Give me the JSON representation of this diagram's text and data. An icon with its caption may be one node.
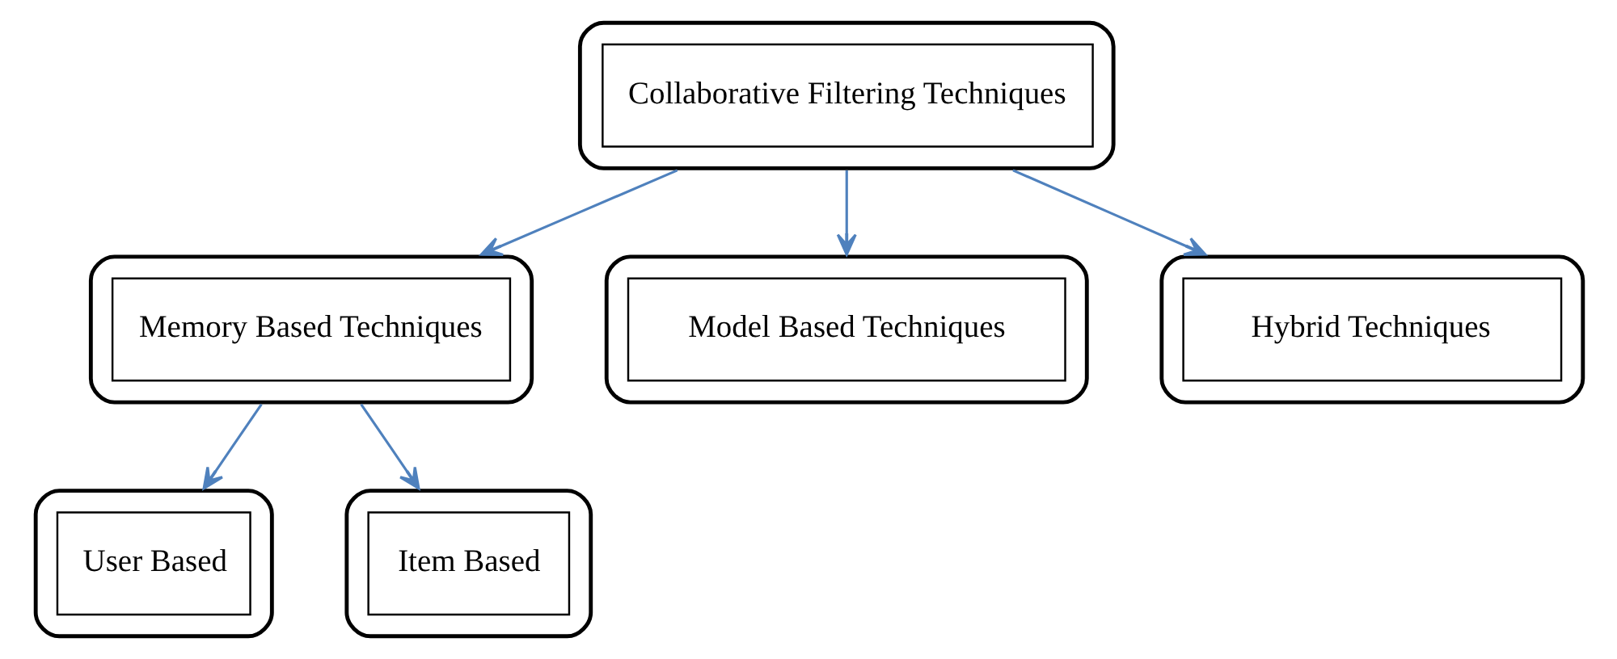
{
  "diagram": {
    "nodes": [
      {
        "text": [
          "Collaborative Filtering Techniques"
        ]
      },
      {
        "text": [
          "Memory Based Techniques"
        ]
      },
      {
        "text": [
          "Model Based Techniques"
        ]
      },
      {
        "text": [
          "Hybrid Techniques"
        ]
      },
      {
        "text": [
          "User Based"
        ]
      },
      {
        "text": [
          "Item Based"
        ]
      }
    ],
    "edges": [
      {
        "from": 0,
        "to": 1,
        "arrow": "to"
      },
      {
        "from": 0,
        "to": 2,
        "arrow": "to"
      },
      {
        "from": 0,
        "to": 3,
        "arrow": "to"
      },
      {
        "from": 1,
        "to": 4,
        "arrow": "to"
      },
      {
        "from": 1,
        "to": 5,
        "arrow": "to"
      }
    ]
  }
}
